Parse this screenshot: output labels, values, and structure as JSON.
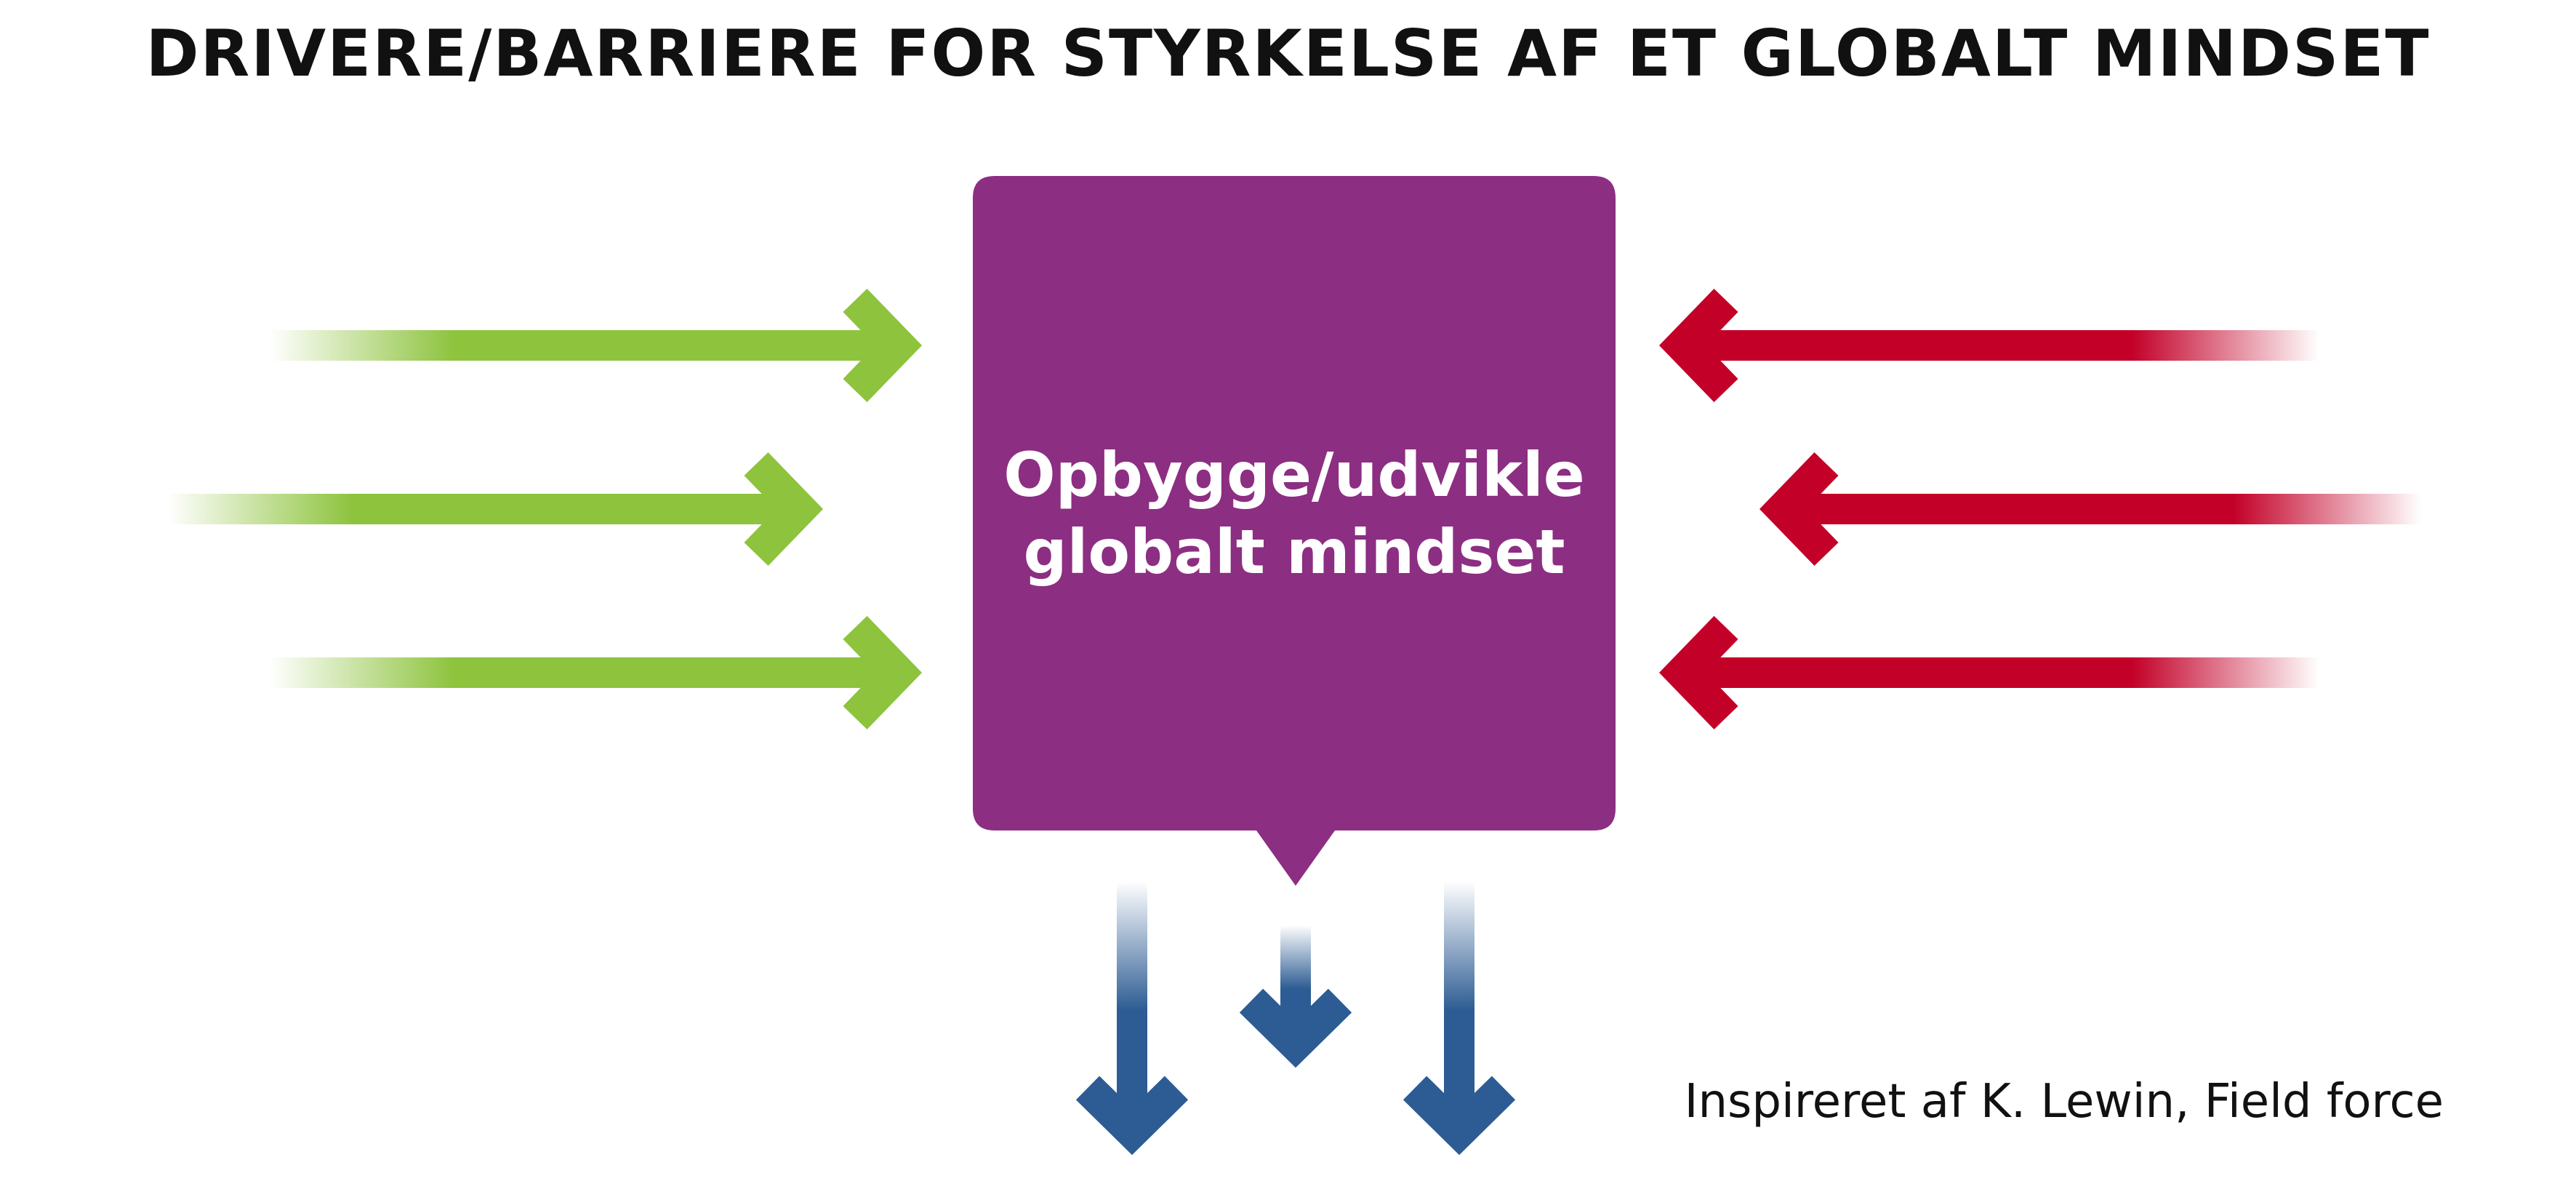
{
  "title": "DRIVERE/BARRIERE FOR STYRKELSE AF ET GLOBALT MINDSET",
  "central_box": {
    "line1": "Opbygge/udvikle",
    "line2": "globalt mindset",
    "color": "#8c2e82"
  },
  "credit": "Inspireret af K. Lewin, Field force",
  "colors": {
    "drivers": "#8dc33d",
    "barriers": "#c30028",
    "outcomes": "#2c5c93"
  },
  "drivers": [
    {
      "direction": "right"
    },
    {
      "direction": "right"
    },
    {
      "direction": "right"
    }
  ],
  "barriers": [
    {
      "direction": "left"
    },
    {
      "direction": "left"
    },
    {
      "direction": "left"
    }
  ],
  "outcomes": [
    {
      "direction": "down"
    },
    {
      "direction": "down"
    },
    {
      "direction": "down"
    }
  ]
}
